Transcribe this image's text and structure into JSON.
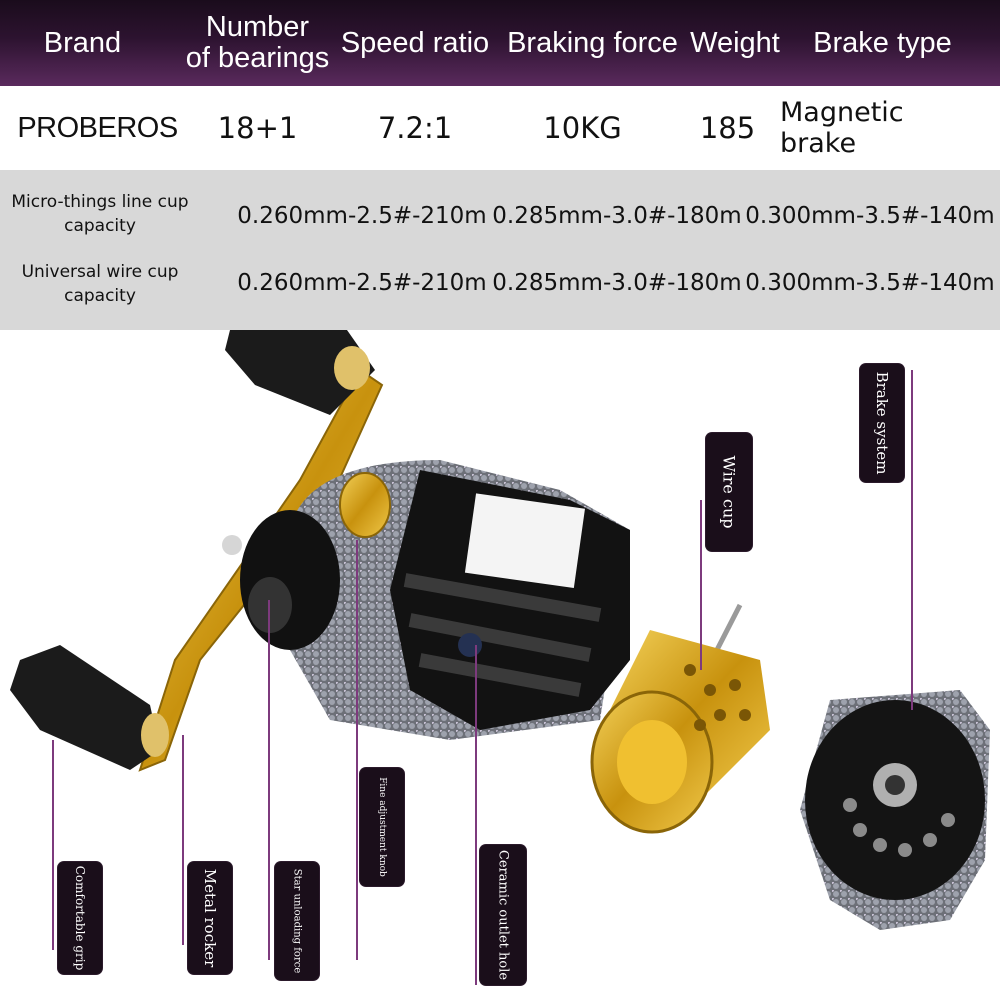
{
  "header": {
    "columns": [
      "Brand",
      "Number\nof bearings",
      "Speed ratio",
      "Braking force",
      "Weight",
      "Brake type"
    ]
  },
  "specs": {
    "brand": "PROBEROS",
    "bearings": "18+1",
    "speed_ratio": "7.2:1",
    "braking_force": "10KG",
    "weight": "185",
    "brake_type": "Magnetic brake"
  },
  "capacity": {
    "rows": [
      {
        "label": "Micro-things line cup\ncapacity",
        "values": [
          "0.260mm-2.5#-210m",
          "0.285mm-3.0#-180m",
          "0.300mm-3.5#-140m"
        ]
      },
      {
        "label": "Universal wire cup\ncapacity",
        "values": [
          "0.260mm-2.5#-210m",
          "0.285mm-3.0#-180m",
          "0.300mm-3.5#-140m"
        ]
      }
    ]
  },
  "callouts": {
    "brake_system": "Brake system",
    "wire_cup": "Wire cup",
    "fine_adjustment_knob": "Fine adjustment knob",
    "ceramic_outlet_hole": "Ceramic outlet hole",
    "star_unloading_force": "Star unloading force",
    "metal_rocker": "Metal rocker",
    "comfortable_grip": "Comfortable grip"
  },
  "colors": {
    "header_dark": "#1a0c1c",
    "header_purple": "#5a2a5d",
    "callout_bg": "#1a0e1a",
    "leader_line": "#7d3a7d",
    "capacity_bg": "#d8d8d8",
    "gold": "#d4a01a"
  }
}
